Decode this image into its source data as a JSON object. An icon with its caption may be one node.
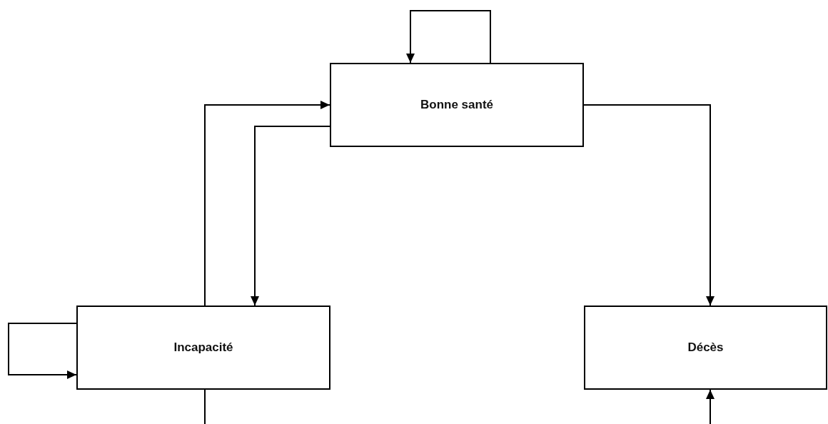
{
  "diagram": {
    "nodes": [
      {
        "text": [
          "Bonne santé"
        ]
      },
      {
        "text": [
          "Incapacité"
        ]
      },
      {
        "text": [
          "Décès"
        ]
      }
    ],
    "edges": [
      {
        "from": 0,
        "to": 0,
        "arrow": "to"
      },
      {
        "from": 1,
        "to": 0,
        "arrow": "to"
      },
      {
        "from": 0,
        "to": 1,
        "arrow": "to"
      },
      {
        "from": 0,
        "to": 2,
        "arrow": "to"
      },
      {
        "from": 1,
        "to": 1,
        "arrow": "to"
      },
      {
        "from": 1,
        "to": null,
        "arrow": "none"
      },
      {
        "from": null,
        "to": 2,
        "arrow": "to"
      }
    ]
  }
}
